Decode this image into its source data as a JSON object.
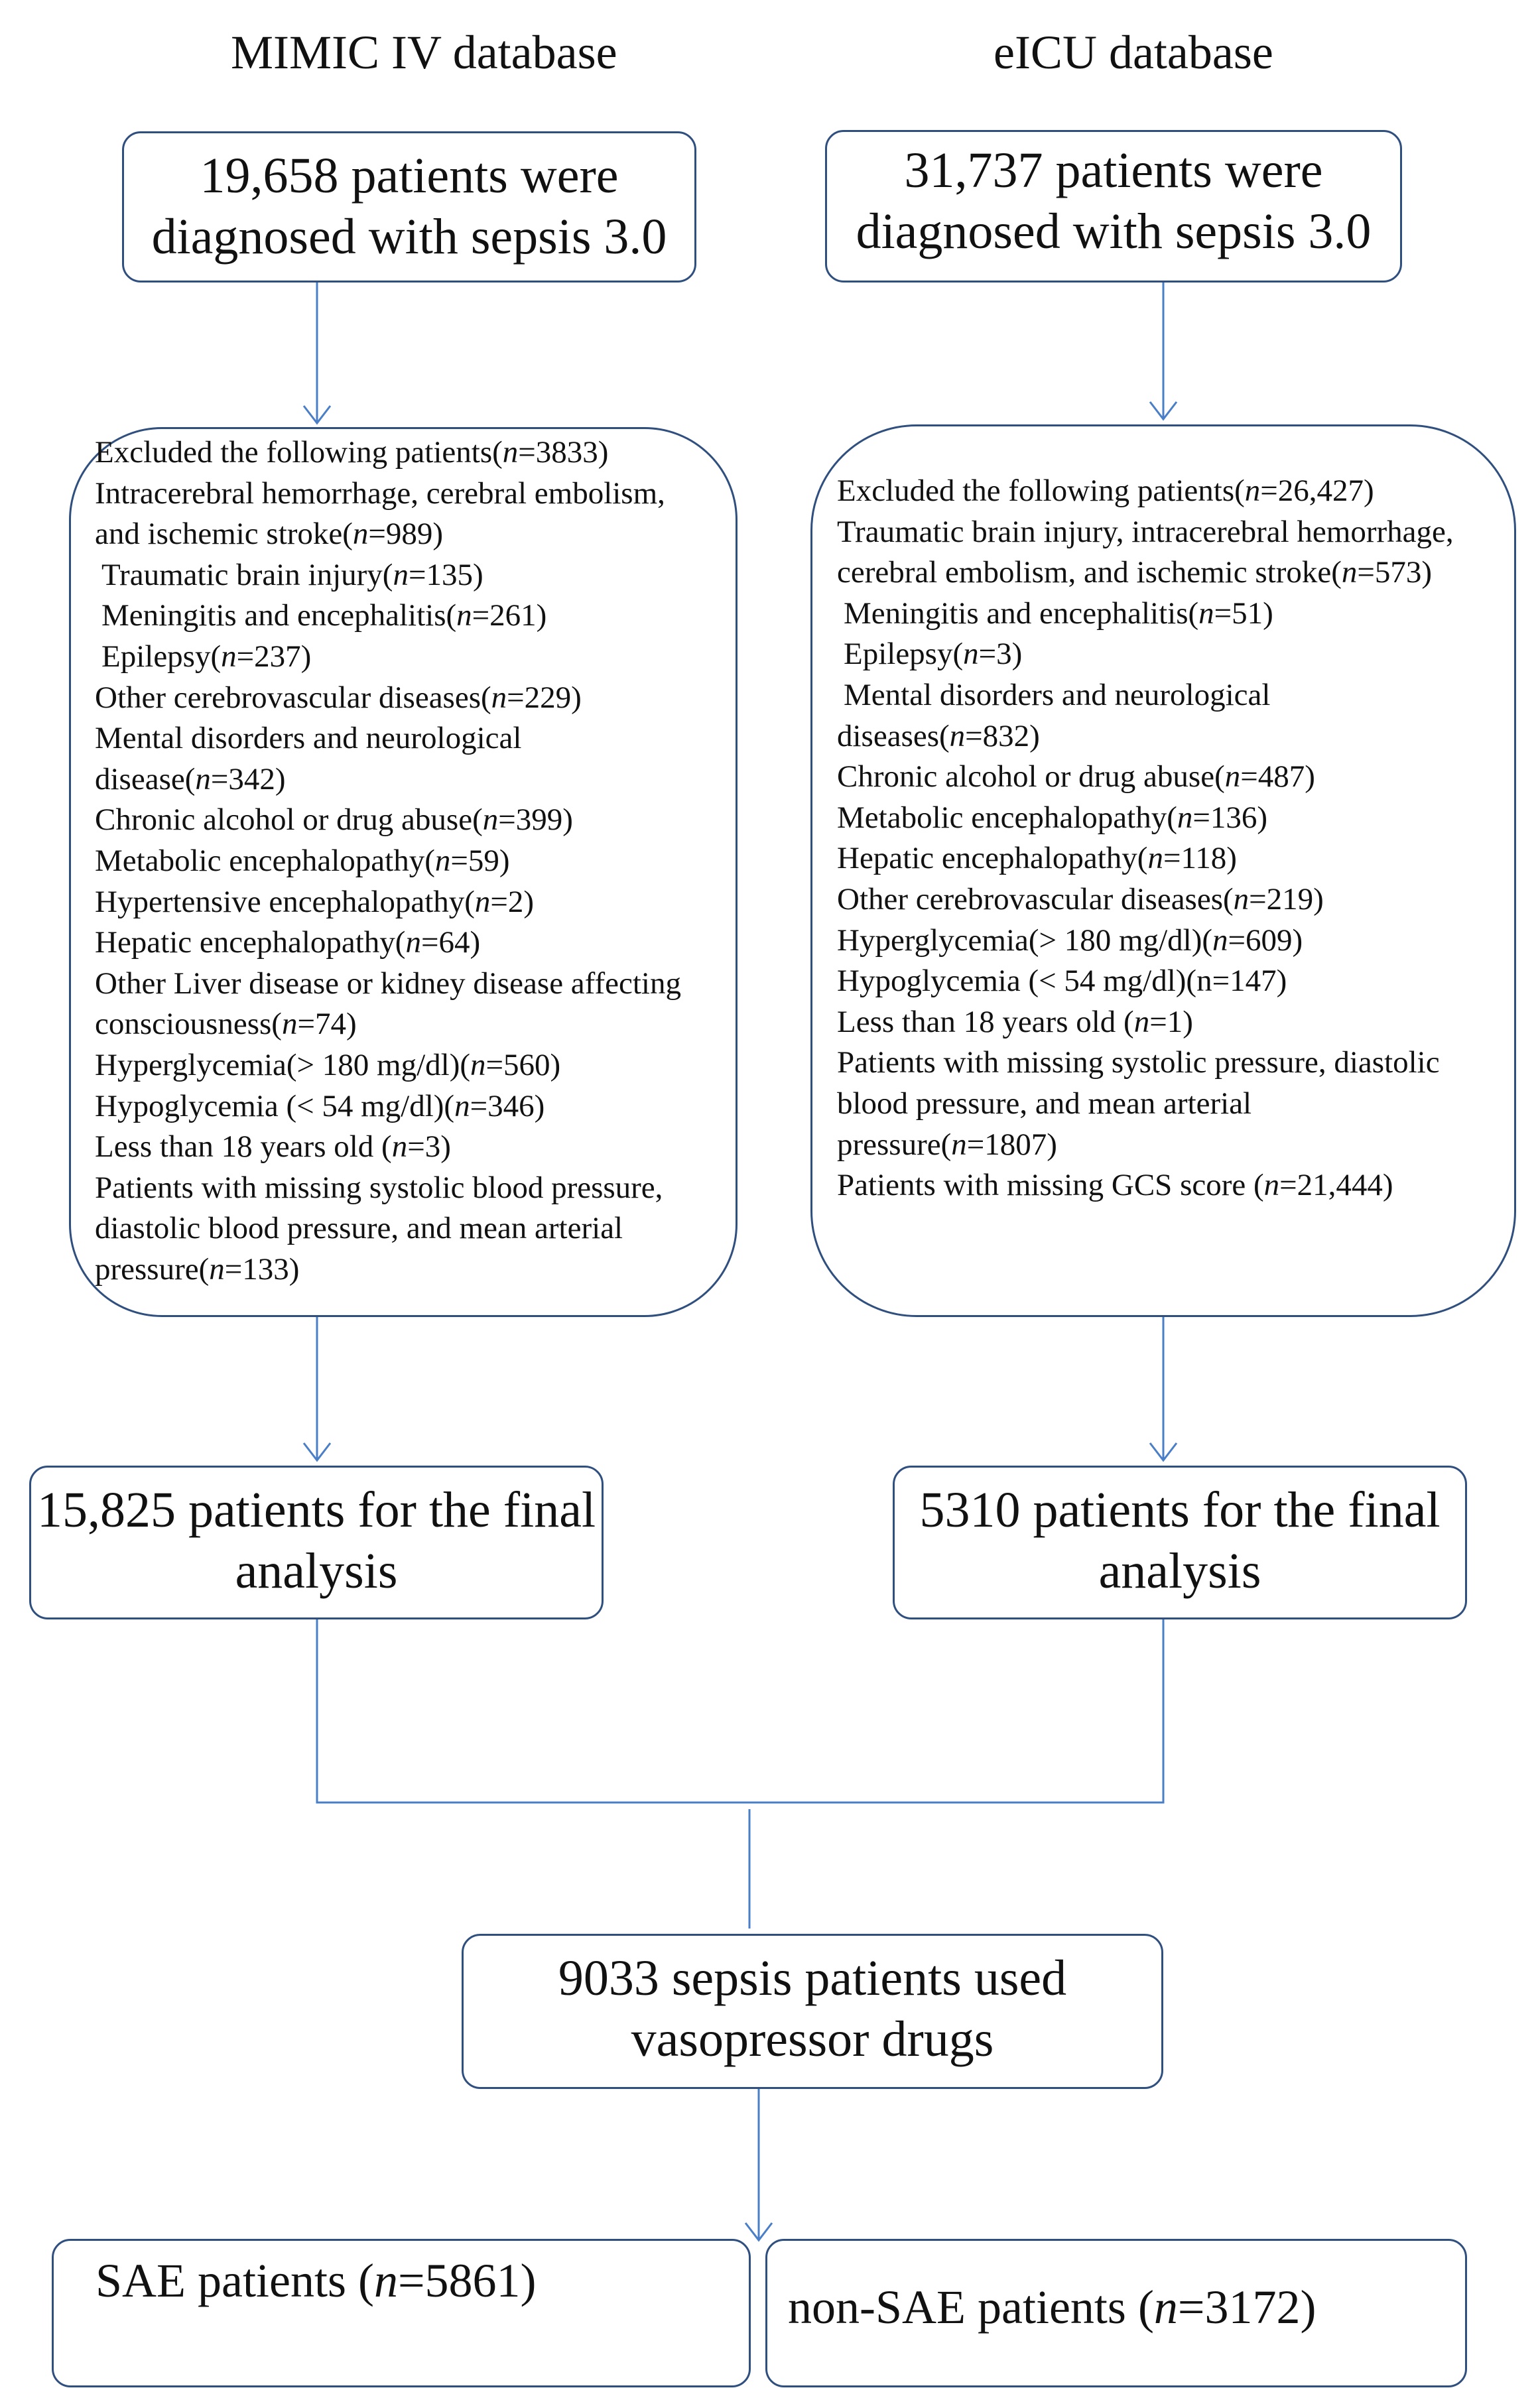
{
  "headers": {
    "left": "MIMIC IV database",
    "right": "eICU database"
  },
  "left_top": [
    "19,658 patients were",
    "diagnosed with sepsis 3.0"
  ],
  "right_top": [
    "31,737 patients were",
    "diagnosed with sepsis 3.0"
  ],
  "left_exclusions": [
    {
      "pre": "Excluded the following patients(",
      "n": "n",
      "post": "=3833)"
    },
    {
      "pre": "Intracerebral hemorrhage, cerebral embolism,",
      "n": "",
      "post": ""
    },
    {
      "pre": "and ischemic stroke(",
      "n": "n",
      "post": "=989)"
    },
    {
      "pre": " Traumatic brain injury(",
      "n": "n",
      "post": "=135)"
    },
    {
      "pre": " Meningitis and encephalitis(",
      "n": "n",
      "post": "=261)"
    },
    {
      "pre": " Epilepsy(",
      "n": "n",
      "post": "=237)"
    },
    {
      "pre": "Other cerebrovascular diseases(",
      "n": "n",
      "post": "=229)"
    },
    {
      "pre": "Mental disorders and neurological",
      "n": "",
      "post": ""
    },
    {
      "pre": "disease(",
      "n": "n",
      "post": "=342)"
    },
    {
      "pre": "Chronic alcohol or drug abuse(",
      "n": "n",
      "post": "=399)"
    },
    {
      "pre": "Metabolic encephalopathy(",
      "n": "n",
      "post": "=59)"
    },
    {
      "pre": "Hypertensive encephalopathy(",
      "n": "n",
      "post": "=2)"
    },
    {
      "pre": "Hepatic encephalopathy(",
      "n": "n",
      "post": "=64)"
    },
    {
      "pre": "Other Liver disease or kidney disease affecting",
      "n": "",
      "post": ""
    },
    {
      "pre": "consciousness(",
      "n": "n",
      "post": "=74)"
    },
    {
      "pre": "Hyperglycemia(> 180 mg/dl)(",
      "n": "n",
      "post": "=560)"
    },
    {
      "pre": "Hypoglycemia (< 54 mg/dl)(",
      "n": "n",
      "post": "=346)"
    },
    {
      "pre": "Less than 18 years old (",
      "n": "n",
      "post": "=3)"
    },
    {
      "pre": "Patients with missing systolic blood pressure,",
      "n": "",
      "post": ""
    },
    {
      "pre": "diastolic blood pressure, and mean arterial",
      "n": "",
      "post": ""
    },
    {
      "pre": "pressure(",
      "n": "n",
      "post": "=133)"
    }
  ],
  "right_exclusions": [
    {
      "pre": "Excluded the following patients(",
      "n": "n",
      "post": "=26,427)"
    },
    {
      "pre": "Traumatic brain injury, intracerebral hemorrhage,",
      "n": "",
      "post": ""
    },
    {
      "pre": "cerebral embolism, and ischemic stroke(",
      "n": "n",
      "post": "=573)"
    },
    {
      "pre": " Meningitis and encephalitis(",
      "n": "n",
      "post": "=51)"
    },
    {
      "pre": " Epilepsy(",
      "n": "n",
      "post": "=3)"
    },
    {
      "pre": " Mental disorders and neurological",
      "n": "",
      "post": ""
    },
    {
      "pre": "diseases(",
      "n": "n",
      "post": "=832)"
    },
    {
      "pre": "Chronic alcohol or drug abuse(",
      "n": "n",
      "post": "=487)"
    },
    {
      "pre": "Metabolic encephalopathy(",
      "n": "n",
      "post": "=136)"
    },
    {
      "pre": "Hepatic encephalopathy(",
      "n": "n",
      "post": "=118)"
    },
    {
      "pre": "Other cerebrovascular diseases(",
      "n": "n",
      "post": "=219)"
    },
    {
      "pre": "Hyperglycemia(> 180 mg/dl)(",
      "n": "n",
      "post": "=609)"
    },
    {
      "pre": "Hypoglycemia (< 54 mg/dl)(n=147)",
      "n": "",
      "post": ""
    },
    {
      "pre": "Less than 18 years old (",
      "n": "n",
      "post": "=1)"
    },
    {
      "pre": "Patients with missing systolic pressure, diastolic",
      "n": "",
      "post": ""
    },
    {
      "pre": "blood pressure, and mean arterial",
      "n": "",
      "post": ""
    },
    {
      "pre": "pressure(",
      "n": "n",
      "post": "=1807)"
    },
    {
      "pre": "Patients with missing GCS score (",
      "n": "n",
      "post": "=21,444)"
    }
  ],
  "left_final": [
    "15,825 patients for the final",
    "analysis"
  ],
  "right_final": [
    "5310 patients for the final",
    "analysis"
  ],
  "combined": [
    "9033 sepsis patients used",
    "vasopressor drugs"
  ],
  "sae": {
    "pre": "SAE patients (",
    "n": "n",
    "post": "=5861)"
  },
  "nonsae": {
    "pre": "non-SAE patients (",
    "n": "n",
    "post": "=3172)"
  },
  "colors": {
    "line": "#4a7fc8",
    "border": "#2f4f7f"
  }
}
